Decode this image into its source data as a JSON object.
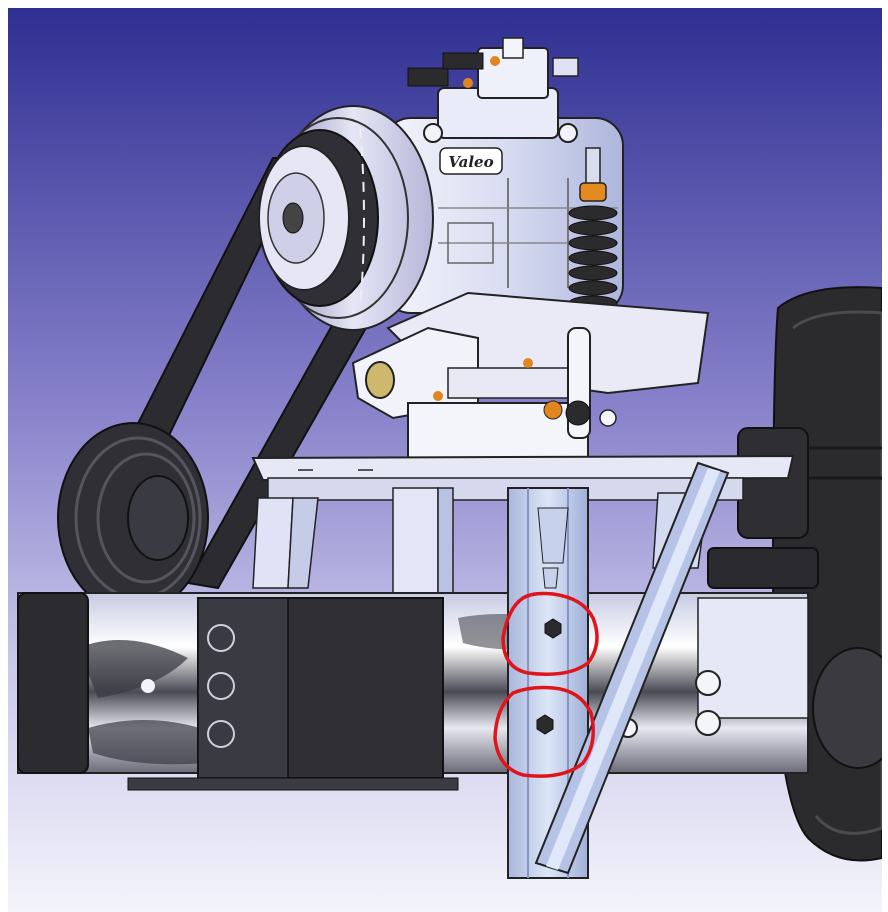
{
  "scene": {
    "background_top": "#2f2f92",
    "background_mid": "#8a84cc",
    "background_bottom": "#f4f4fb",
    "callout_color": "#e0151b",
    "compressor_brand": "Valeo"
  },
  "callouts": [
    {
      "label": "upper-bolt-highlight"
    },
    {
      "label": "lower-bolt-highlight"
    }
  ]
}
